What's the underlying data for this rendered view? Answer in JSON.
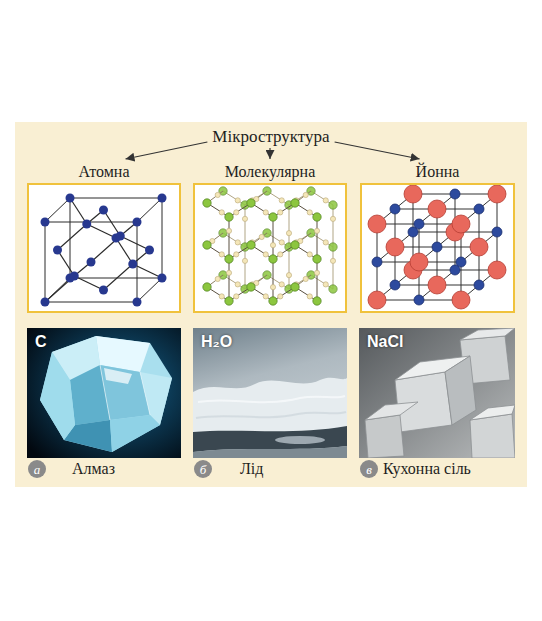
{
  "diagram": {
    "nodes": [
      {
        "text": [
          "Мікроструктура"
        ]
      },
      {
        "text": [
          "Атомна"
        ]
      },
      {
        "text": [
          "Молекулярна"
        ]
      },
      {
        "text": [
          "Йонна"
        ]
      },
      {
        "text": [
          "C"
        ]
      },
      {
        "text": [
          "H₂O"
        ]
      },
      {
        "text": [
          "NaCl"
        ]
      },
      {
        "text": [
          "а"
        ]
      },
      {
        "text": [
          "б"
        ]
      },
      {
        "text": [
          "в"
        ]
      }
    ],
    "edges": [
      {
        "from": 0,
        "to": 1,
        "arrow": "to"
      },
      {
        "from": 0,
        "to": 2,
        "arrow": "to"
      },
      {
        "from": 0,
        "to": 3,
        "arrow": "to"
      }
    ],
    "labels": [
      "Алмаз",
      "Лід",
      "Кухонна сіль"
    ]
  }
}
